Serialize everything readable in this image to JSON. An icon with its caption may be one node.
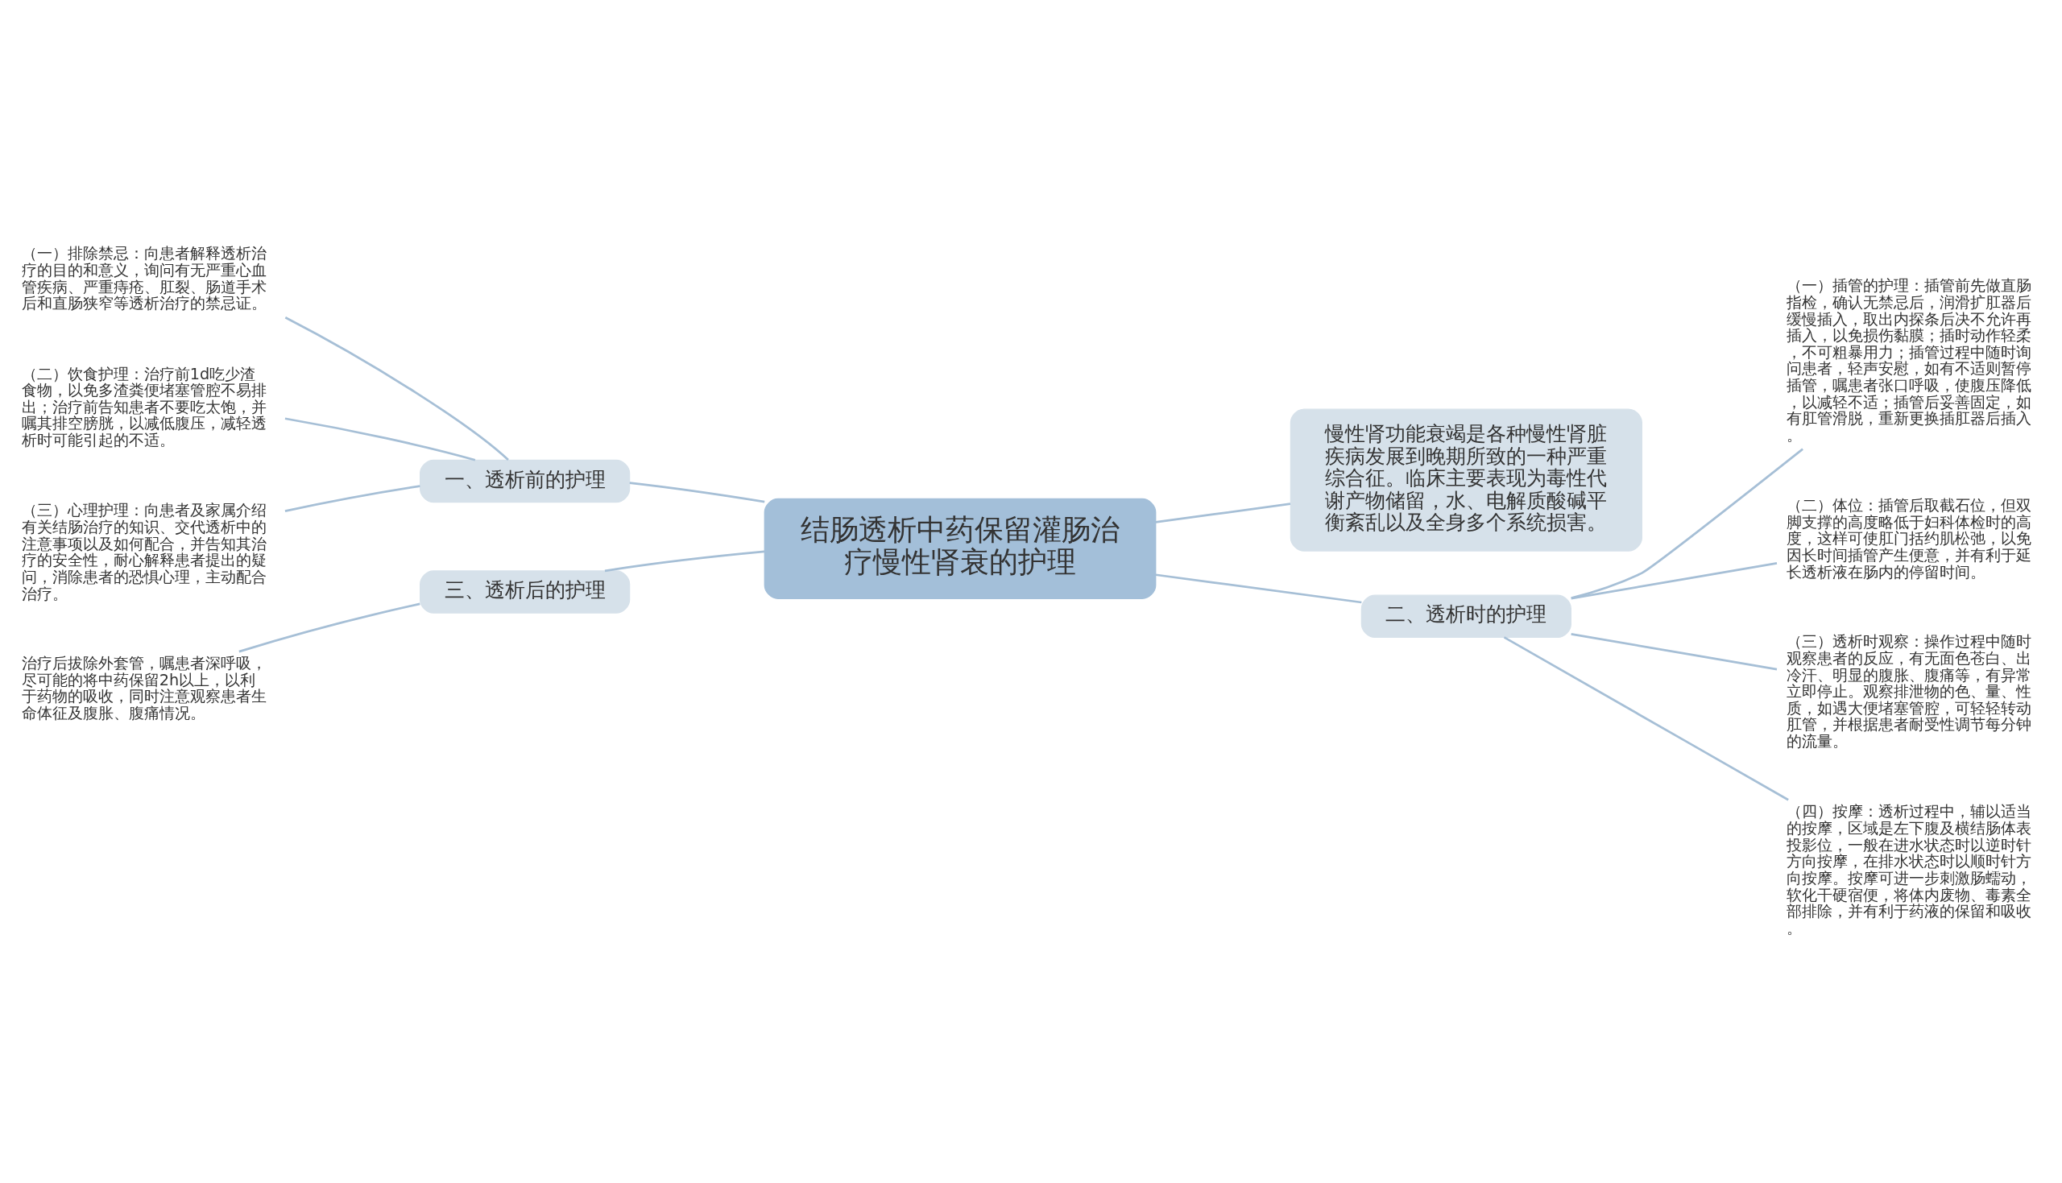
{
  "diagram": {
    "nodes": [
      {
        "text": [
          "结肠透析中药保留灌肠治疗慢性肾衰的护理"
        ]
      },
      {
        "text": [
          "一、透析前的护理"
        ]
      },
      {
        "text": [
          "（一）排除禁忌：向患者解释透析治疗的目的和意义，询问有无严重心血管疾病、严重痔疮、肛裂、肠道手术后和直肠狭窄等透析治疗的禁忌证。"
        ]
      },
      {
        "text": [
          "（二）饮食护理：治疗前1d吃少渣食物，以免多渣粪便堵塞管腔不易排出；治疗前告知患者不要吃太饱，并嘱其排空膀胱，以减低腹压，减轻透析时可能引起的不适。"
        ]
      },
      {
        "text": [
          "（三）心理护理：向患者及家属介绍有关结肠治疗的知识、交代透析中的注意事项以及如何配合，并告知其治疗的安全性，耐心解释患者提出的疑问，消除患者的恐惧心理，主动配合治疗。"
        ]
      },
      {
        "text": [
          "三、透析后的护理"
        ]
      },
      {
        "text": [
          "治疗后拔除外套管，嘱患者深呼吸，尽可能的将中药保留2h以上，以利于药物的吸收，同时注意观察患者生命体征及腹胀、腹痛情况。"
        ]
      },
      {
        "text": [
          "慢性肾功能衰竭是各种慢性肾脏疾病发展到晚期所致的一种严重综合征。临床主要表现为毒性代谢产物储留，水、电解质酸碱平衡紊乱以及全身多个系统损害。"
        ]
      },
      {
        "text": [
          "二、透析时的护理"
        ]
      },
      {
        "text": [
          "（一）插管的护理：插管前先做直肠指检，确认无禁忌后，润滑扩肛器后缓慢插入，取出内探条后决不允许再插入，以免损伤黏膜；插时动作轻柔，不可粗暴用力；插管过程中随时询问患者，轻声安慰，如有不适则暂停插管，嘱患者张口呼吸，使腹压降低，以减轻不适；插管后妥善固定，如有肛管滑脱，重新更换插肛器后插入。"
        ]
      },
      {
        "text": [
          "（二）体位：插管后取截石位，但双脚支撑的高度略低于妇科体检时的高度，这样可使肛门括约肌松弛，以免因长时间插管产生便意，并有利于延长透析液在肠内的停留时间。"
        ]
      },
      {
        "text": [
          "（三）透析时观察：操作过程中随时观察患者的反应，有无面色苍白、出冷汗、明显的腹胀、腹痛等，有异常立即停止。观察排泄物的色、量、性质，如遇大便堵塞管腔，可轻轻转动肛管，并根据患者耐受性调节每分钟的流量。"
        ]
      },
      {
        "text": [
          "（四）按摩：透析过程中，辅以适当的按摩，区域是左下腹及横结肠体表投影位，一般在进水状态时以逆时针方向按摩，在排水状态时以顺时针方向按摩。按摩可进一步刺激肠蠕动，软化干硬宿便，将体内废物、毒素全部排除，并有利于药液的保留和吸收。"
        ]
      }
    ],
    "edges": [
      {
        "from": 0,
        "to": 1,
        "arrow": "none"
      },
      {
        "from": 1,
        "to": 2,
        "arrow": "none"
      },
      {
        "from": 1,
        "to": 3,
        "arrow": "none"
      },
      {
        "from": 1,
        "to": 4,
        "arrow": "none"
      },
      {
        "from": 0,
        "to": 5,
        "arrow": "none"
      },
      {
        "from": 5,
        "to": 6,
        "arrow": "none"
      },
      {
        "from": 0,
        "to": 7,
        "arrow": "none"
      },
      {
        "from": 0,
        "to": 8,
        "arrow": "none"
      },
      {
        "from": 8,
        "to": 9,
        "arrow": "none"
      },
      {
        "from": 8,
        "to": 10,
        "arrow": "none"
      },
      {
        "from": 8,
        "to": 11,
        "arrow": "none"
      },
      {
        "from": 8,
        "to": 12,
        "arrow": "none"
      }
    ]
  }
}
